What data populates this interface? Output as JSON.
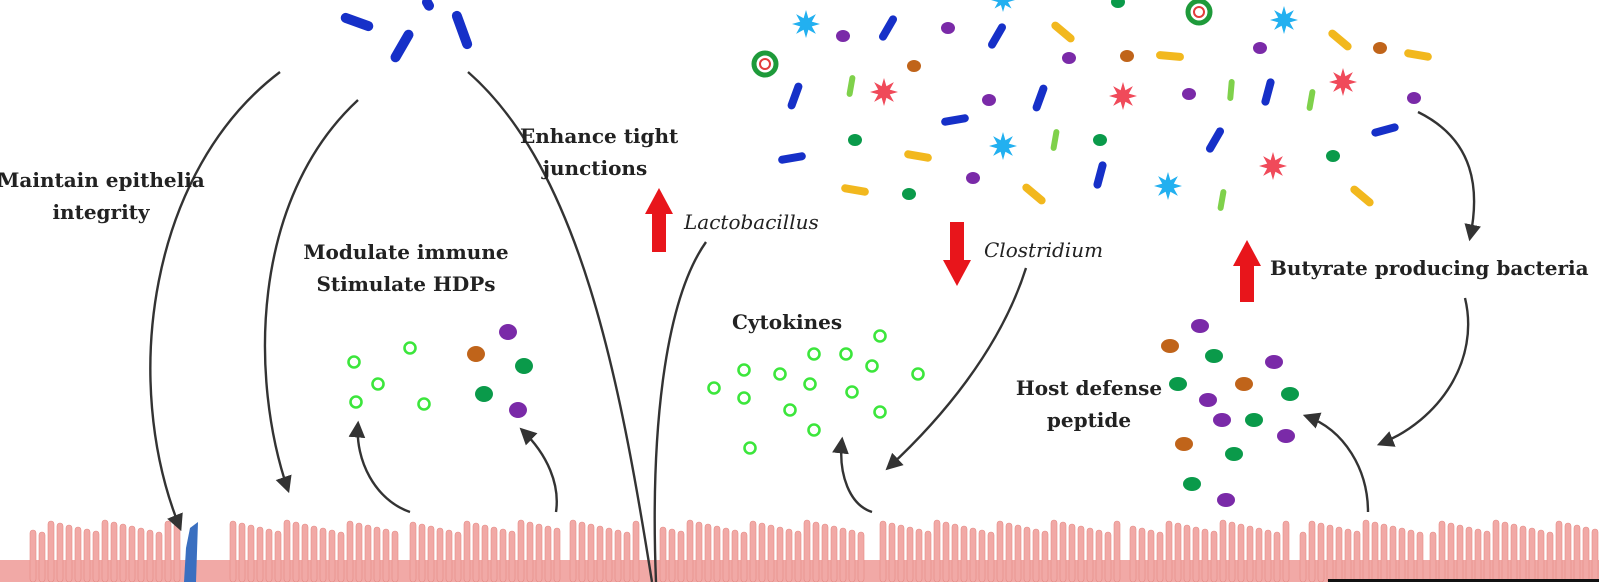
{
  "labels": {
    "maintain_epithelia": [
      "Maintain epithelia",
      "integrity"
    ],
    "enhance_tight": [
      "Enhance tight",
      "junctions"
    ],
    "modulate_immune": [
      "Modulate immune",
      "Stimulate HDPs"
    ],
    "lactobacillus": "Lactobacillus",
    "clostridium": "Clostridium",
    "butyrate": "Butyrate producing bacteria",
    "cytokines": "Cytokines",
    "host_defense": [
      "Host defense",
      "peptide"
    ]
  },
  "colors": {
    "up_arrow": "#e8151b",
    "down_arrow": "#e8151b",
    "curve": "#333333",
    "villi": "#f1a9a6",
    "villi_stroke": "#e58b86",
    "blue_rod": "#1630c8",
    "green_ring": "#3ce63c",
    "dark_green": "#0a9a4a",
    "purple": "#7a2aa8",
    "brown": "#c0641a",
    "yellow_rod": "#f2b81e",
    "cyan_star": "#22b0f0",
    "red_star": "#f04a5a",
    "light_green_rod": "#7fd14b",
    "ring_outer": "#1e9a3a",
    "ring_inner": "#e23c3c"
  }
}
